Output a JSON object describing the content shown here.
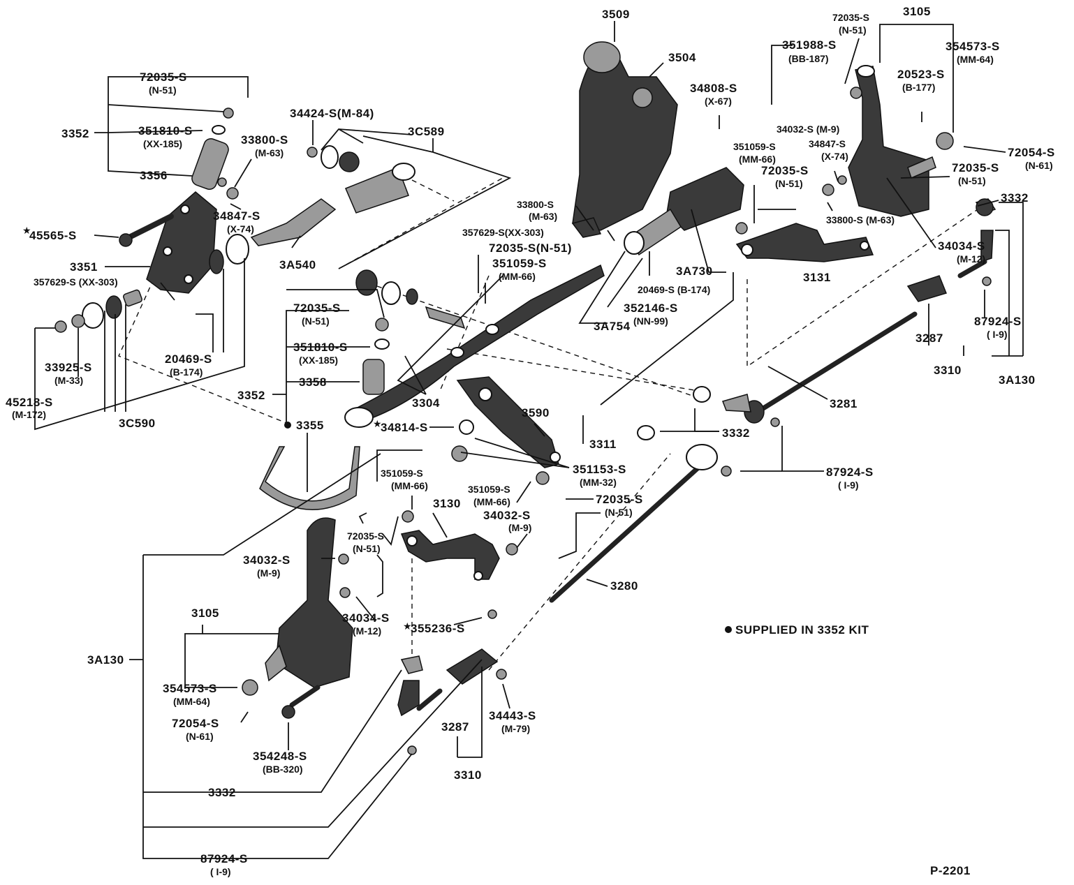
{
  "labels": {
    "p3509": "3509",
    "p3504": "3504",
    "p72035_n51_topleft": "72035-S",
    "n51_topleft": "(N-51)",
    "p3352_topleft": "3352",
    "p351810_topleft": "351810-S",
    "xx185_topleft": "(XX-185)",
    "p3356": "3356",
    "p33800_topleft": "33800-S",
    "m63_topleft": "(M-63)",
    "p34424": "34424-S(M-84)",
    "p3c589": "3C589",
    "p45565": "45565-S",
    "p34847_left": "34847-S",
    "x74_left": "(X-74)",
    "p3a540": "3A540",
    "p3351": "3351",
    "p357629_left": "357629-S (XX-303)",
    "p45218": "45218-S",
    "m172": "(M-172)",
    "p33925": "33925-S",
    "m33": "(M-33)",
    "p3c590": "3C590",
    "p20469_left": "20469-S",
    "b174_left": "(B-174)",
    "p72035_mid": "72035-S",
    "n51_mid": "(N-51)",
    "p351810_mid": "351810-S",
    "xx185_mid": "(XX-185)",
    "p3352_mid": "3352",
    "p3358": "3358",
    "p3355": "3355",
    "p3304": "3304",
    "p34814": "34814-S",
    "p3590": "3590",
    "p3311": "3311",
    "p351153": "351153-S",
    "mm32": "(MM-32)",
    "p33800_center": "33800-S",
    "m63_center": "(M-63)",
    "p357629_center": "357629-S(XX-303)",
    "p72035_center": "72035-S(N-51)",
    "p351059_center": "351059-S",
    "mm66_center": "(MM-66)",
    "p3a754": "3A754",
    "p352146": "352146-S",
    "nn99": "(NN-99)",
    "p20469_center": "20469-S (B-174)",
    "p3a730": "3A730",
    "p34808": "34808-S",
    "x67": "(X-67)",
    "p351988": "351988-S",
    "bb187": "(BB-187)",
    "p72035_topright": "72035-S",
    "n51_topright": "(N-51)",
    "p3105_topright": "3105",
    "p354573_topright": "354573-S",
    "mm64_topright": "(MM-64)",
    "p20523": "20523-S",
    "b177": "(B-177)",
    "p34032_topright": "34032-S (M-9)",
    "p34847_right": "34847-S",
    "x74_right": "(X-74)",
    "p351059_right": "351059-S",
    "mm66_right": "(MM-66)",
    "p72035_right": "72035-S",
    "n51_right": "(N-51)",
    "p33800_right": "33800-S (M-63)",
    "p3131": "3131",
    "p72054_right": "72054-S",
    "n61_right": "(N-61)",
    "p72035_far_right": "72035-S",
    "n51_far_right": "(N-51)",
    "p3332_right": "3332",
    "p34034_right": "34034-S",
    "m12_right": "(M-12)",
    "p3287_right": "3287",
    "p87924_right": "87924-S",
    "i9_right": "( I-9)",
    "p3310_right": "3310",
    "p3a130_right": "3A130",
    "p3281": "3281",
    "p3332_center": "3332",
    "p87924_center": "87924-S",
    "i9_center": "( I-9)",
    "p351059_lower": "351059-S",
    "mm66_lower": "(MM-66)",
    "p3130": "3130",
    "p351059_lower2": "351059-S",
    "mm66_lower2": "(MM-66)",
    "p72035_lower_right": "72035-S",
    "n51_lower_right": "(N-51)",
    "p72035_lower": "72035-S",
    "n51_lower": "(N-51)",
    "p34032_lower": "34032-S",
    "m9_lower": "(M-9)",
    "p34032_lower_left": "34032-S",
    "m9_lower_left": "(M-9)",
    "p34034_lower": "34034-S",
    "m12_lower": "(M-12)",
    "p3280": "3280",
    "p355236": "355236-S",
    "p3105_lower": "3105",
    "p3a130_lower": "3A130",
    "p354573_lower": "354573-S",
    "mm64_lower": "(MM-64)",
    "p72054_lower": "72054-S",
    "n61_lower": "(N-61)",
    "p354248": "354248-S",
    "bb320": "(BB-320)",
    "p3287_lower": "3287",
    "p34443": "34443-S",
    "m79": "(M-79)",
    "p3310_lower": "3310",
    "p3332_lower": "3332",
    "p87924_lower": "87924-S",
    "i9_lower": "( I-9)",
    "legend": "SUPPLIED IN 3352 KIT",
    "figure_code": "P-2201"
  }
}
